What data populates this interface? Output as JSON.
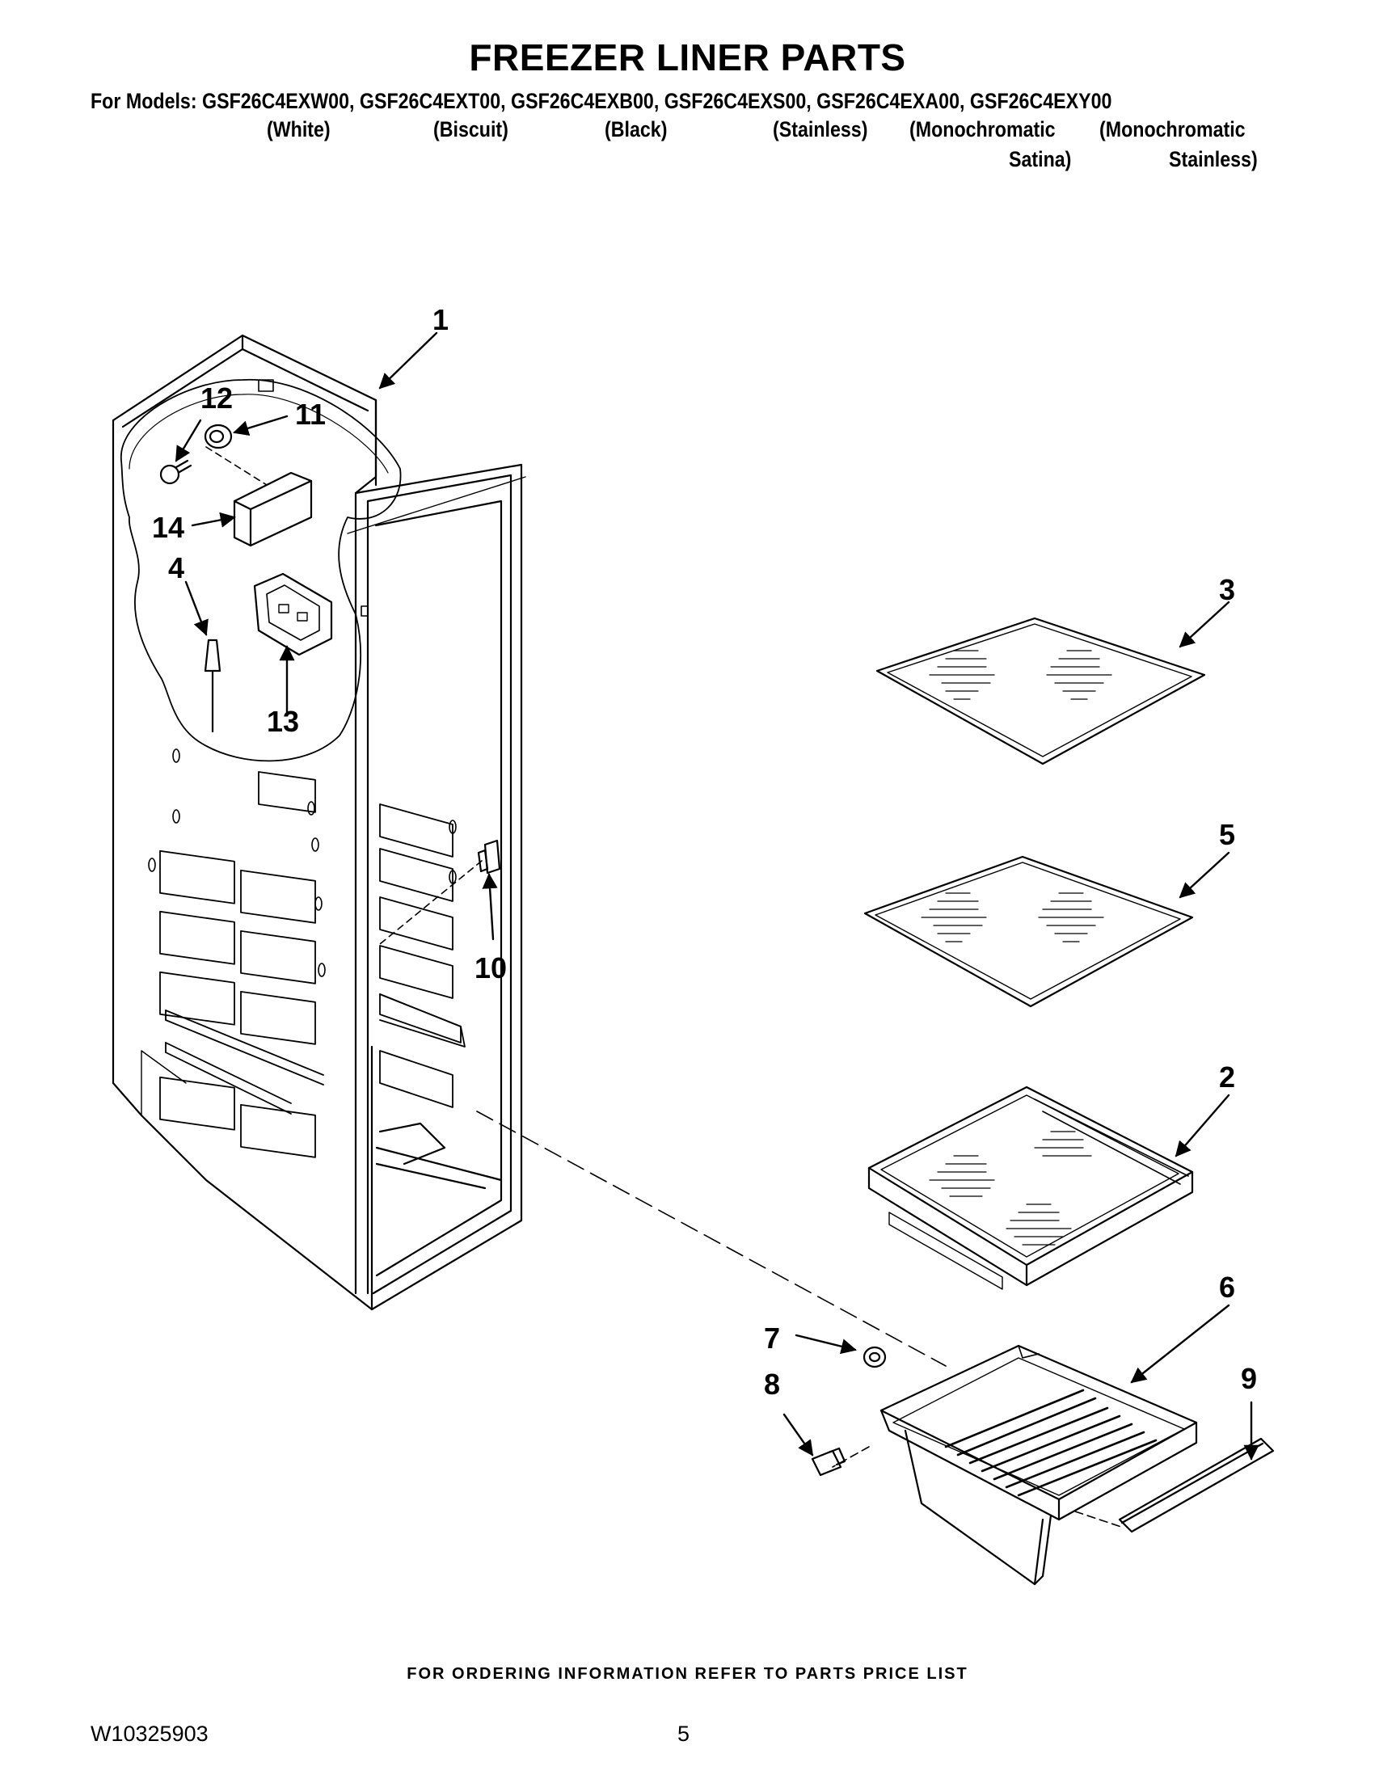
{
  "page": {
    "title": "FREEZER LINER PARTS",
    "models_line": "For Models: GSF26C4EXW00, GSF26C4EXT00, GSF26C4EXB00, GSF26C4EXS00, GSF26C4EXA00, GSF26C4EXY00",
    "colors": [
      "(White)",
      "(Biscuit)",
      "(Black)",
      "(Stainless)",
      "(Monochromatic",
      "(Monochromatic",
      "Satina)",
      "Stainless)"
    ],
    "footer_note": "FOR ORDERING INFORMATION REFER TO PARTS PRICE LIST",
    "doc_number": "W10325903",
    "page_number": "5"
  },
  "callouts": [
    "1",
    "2",
    "3",
    "4",
    "5",
    "6",
    "7",
    "8",
    "9",
    "10",
    "11",
    "12",
    "13",
    "14"
  ],
  "colors_used": {
    "ink": "#000000",
    "paper": "#ffffff"
  }
}
